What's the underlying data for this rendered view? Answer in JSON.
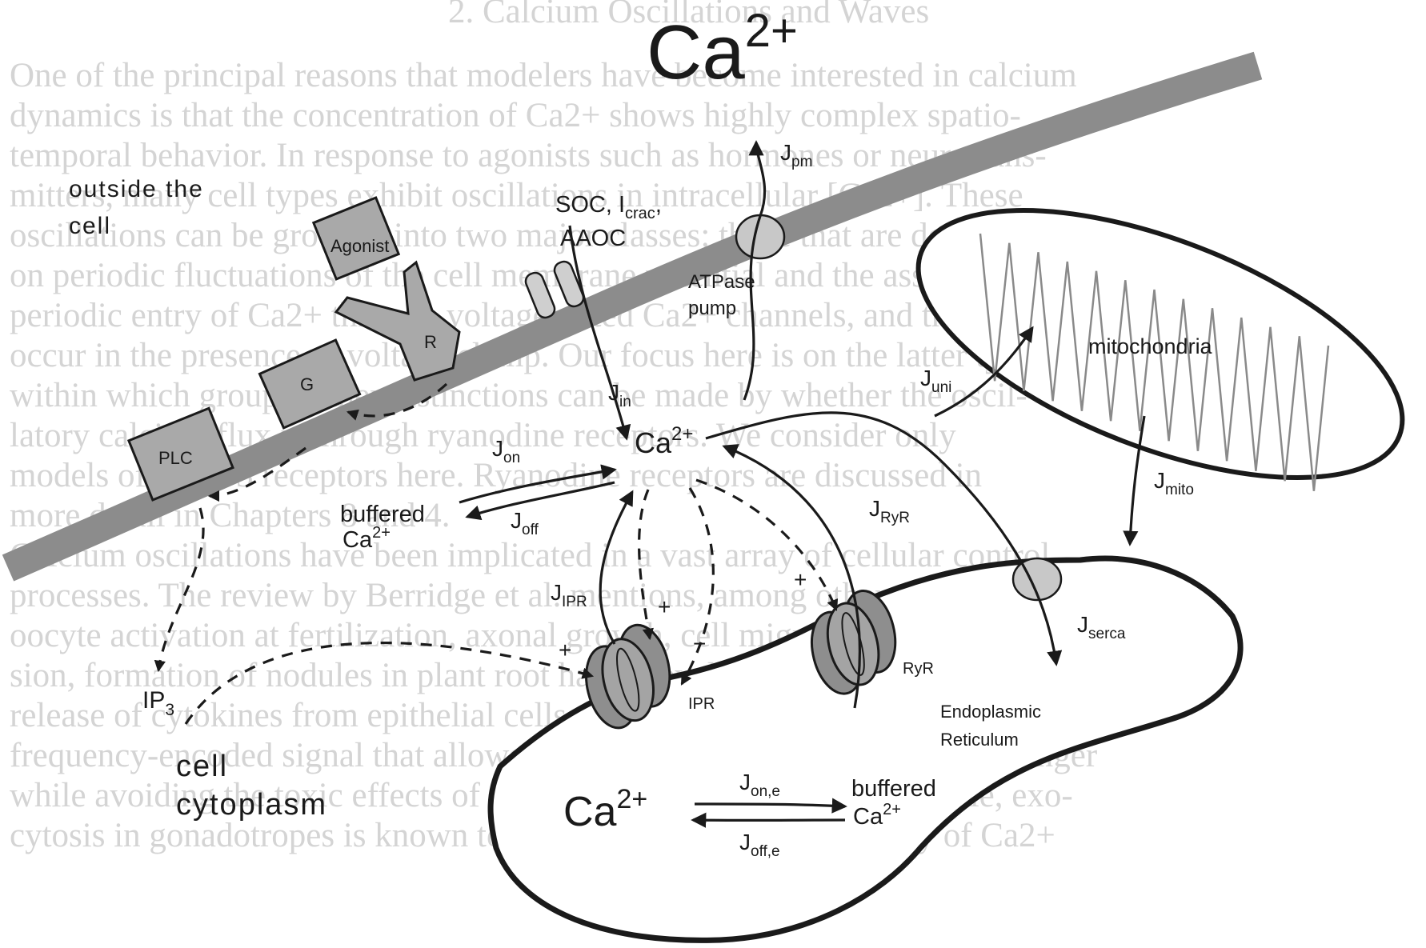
{
  "background_page": {
    "lines": [
      "2. Calcium Oscillations and Waves",
      "One of the principal reasons that modelers have become interested in calcium",
      "dynamics is that the concentration of Ca2+ shows highly complex spatio-",
      "temporal behavior. In response to agonists such as hormones or neurotrans-",
      "mitters, many cell types exhibit oscillations in intracellular [Ca2+]. These",
      "oscillations can be grouped into two major classes: those that are dependent",
      "on periodic fluctuations of the cell membrane potential and the associated",
      "periodic entry of Ca2+ through voltage-gated Ca2+ channels, and those that",
      "occur in the presence of voltage clamp. Our focus here is on the latter type,",
      "within which group further distinctions can be made by whether the oscil-",
      "latory calcium flux is through ryanodine receptors. We consider only",
      "models of the IP3 receptors here. Ryanodine receptors are discussed in",
      "more detail in Chapters 8 and 4.",
      "Calcium oscillations have been implicated in a vast array of cellular control",
      "processes. The review by Berridge et al. mentions, among other things,",
      "oocyte activation at fertilization, axonal growth, cell migration, gene expres-",
      "sion, formation of nodules in plant root hairs, development of muscle, and",
      "release of cytokines from epithelial cells. In many cases the oscillations are a",
      "frequency-encoded signal that allows a cell to use Ca2+ as a second messenger",
      "while avoiding the toxic effects of prolonged high [Ca2+]. For example, exo-",
      "cytosis in gonadotropes is known to be dependent on the frequency of Ca2+"
    ]
  },
  "diagram": {
    "top_label": {
      "base": "Ca",
      "sup": "2+"
    },
    "regions": {
      "outside_line1": "outside the",
      "outside_line2": "cell",
      "cytoplasm_line1": "cell",
      "cytoplasm_line2": "cytoplasm"
    },
    "membrane_proteins": {
      "agonist": "Agonist",
      "receptor": "R",
      "g_protein": "G",
      "plc": "PLC"
    },
    "channels": {
      "soc_line1": {
        "base": "SOC, I",
        "sub": "crac",
        "tail": ","
      },
      "soc_line2": "AAOC",
      "atpase_line1": "ATPase",
      "atpase_line2": "pump",
      "ipr": "IPR",
      "ryr": "RyR"
    },
    "organelles": {
      "mitochondria": "mitochondria",
      "er_line1": "Endoplasmic",
      "er_line2": "Reticulum"
    },
    "species": {
      "cyto_ca": {
        "base": "Ca",
        "sup": "2+"
      },
      "buffered_line1": "buffered",
      "buffered_ca": {
        "base": "Ca",
        "sup": "2+"
      },
      "er_ca": {
        "base": "Ca",
        "sup": "2+"
      },
      "er_buffered_line1": "buffered",
      "er_buffered_ca": {
        "base": "Ca",
        "sup": "2+"
      },
      "ip3": {
        "base": "IP",
        "sub": "3"
      }
    },
    "fluxes": {
      "pm": {
        "base": "J",
        "sub": "pm"
      },
      "in": {
        "base": "J",
        "sub": "in"
      },
      "on": {
        "base": "J",
        "sub": "on"
      },
      "off": {
        "base": "J",
        "sub": "off"
      },
      "ipr": {
        "base": "J",
        "sub": "IPR"
      },
      "ryr": {
        "base": "J",
        "sub": "RyR"
      },
      "uni": {
        "base": "J",
        "sub": "uni"
      },
      "mito": {
        "base": "J",
        "sub": "mito"
      },
      "serca": {
        "base": "J",
        "sub": "serca"
      },
      "on_e": {
        "base": "J",
        "sub": "on,e"
      },
      "off_e": {
        "base": "J",
        "sub": "off,e"
      }
    },
    "signs": {
      "ip3_to_ipr": "+",
      "ca_to_ipr_plus": "+",
      "ca_to_ipr_minus": "−",
      "ca_to_ryr": "+"
    }
  }
}
